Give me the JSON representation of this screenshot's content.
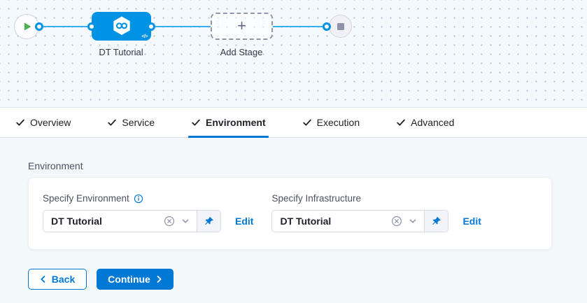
{
  "pipeline": {
    "stage_label": "DT Tutorial",
    "add_stage_label": "Add Stage",
    "plus": "+",
    "code_toggle": "</>"
  },
  "tabs": [
    {
      "label": "Overview"
    },
    {
      "label": "Service"
    },
    {
      "label": "Environment"
    },
    {
      "label": "Execution"
    },
    {
      "label": "Advanced"
    }
  ],
  "active_tab": "Environment",
  "environment_section": {
    "title": "Environment",
    "environment_field": {
      "label": "Specify Environment",
      "value": "DT Tutorial",
      "edit_label": "Edit"
    },
    "infrastructure_field": {
      "label": "Specify Infrastructure",
      "value": "DT Tutorial",
      "edit_label": "Edit"
    }
  },
  "footer": {
    "back_label": "Back",
    "continue_label": "Continue"
  },
  "colors": {
    "primary": "#0278d5",
    "stage_blue": "#0092e4",
    "connector": "#34b0ef",
    "canvas_bg": "#f4f9fd",
    "content_bg": "#f3f8fb"
  }
}
